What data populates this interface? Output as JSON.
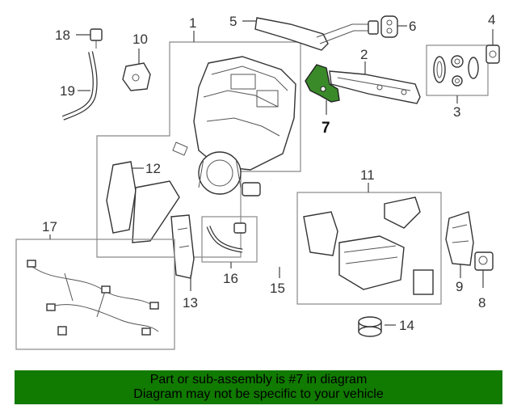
{
  "diagram": {
    "callouts": {
      "c1": "1",
      "c2": "2",
      "c3": "3",
      "c4": "4",
      "c5": "5",
      "c6": "6",
      "c7": "7",
      "c8": "8",
      "c9": "9",
      "c10": "10",
      "c11": "11",
      "c12": "12",
      "c13": "13",
      "c14": "14",
      "c15": "15",
      "c16": "16",
      "c17": "17",
      "c18": "18",
      "c19": "19"
    },
    "highlight_color": "#3a8a2a"
  },
  "banner": {
    "line1": "Part or sub-assembly is #7 in diagram",
    "line2": "Diagram may not be specific to your vehicle",
    "background": "#117a00"
  }
}
